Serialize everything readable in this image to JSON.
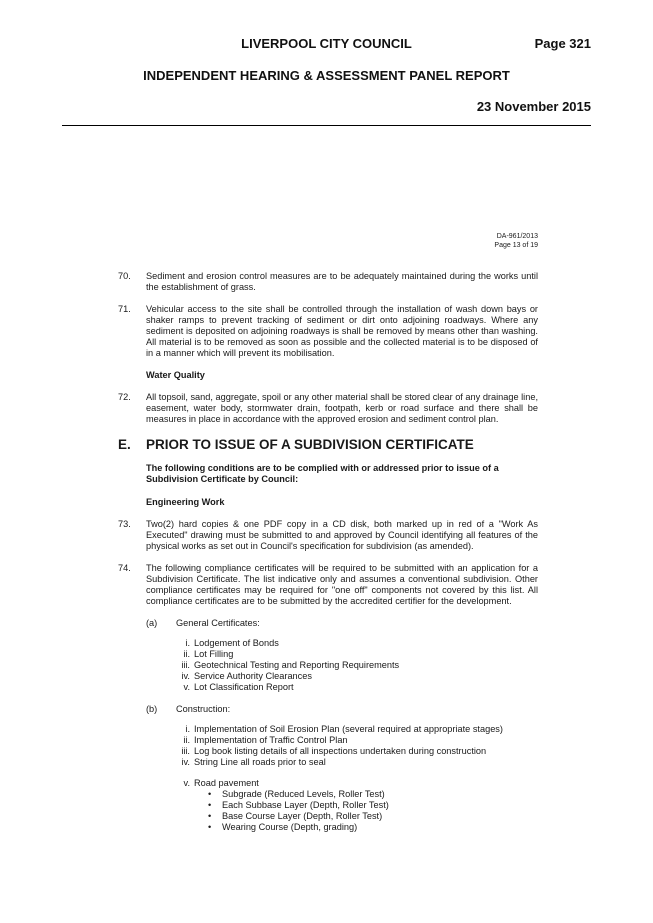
{
  "header": {
    "council": "LIVERPOOL CITY COUNCIL",
    "page": "Page 321",
    "panel": "INDEPENDENT HEARING & ASSESSMENT PANEL REPORT",
    "date": "23 November 2015"
  },
  "doc": {
    "ref_no": "DA-961/2013",
    "ref_page": "Page 13 of 19",
    "c70_num": "70.",
    "c70": "Sediment and erosion control measures are to be adequately maintained during the works until the establishment of grass.",
    "c71_num": "71.",
    "c71": "Vehicular access to the site shall be controlled through the installation of wash down bays or shaker ramps to prevent tracking of sediment or dirt onto adjoining roadways. Where any sediment is deposited on adjoining roadways is shall be removed by means other than washing. All material is to be removed as soon as possible and the collected material is to be disposed of in a manner which will prevent its mobilisation.",
    "water_heading": "Water Quality",
    "c72_num": "72.",
    "c72": "All topsoil, sand, aggregate, spoil or any other material shall be stored clear of any drainage line, easement, water body, stormwater drain, footpath, kerb or road surface and there shall be measures in place in accordance with the approved erosion and sediment control plan.",
    "section_letter": "E.",
    "section_title": "PRIOR TO ISSUE OF A SUBDIVISION CERTIFICATE",
    "section_intro": "The following conditions are to be complied with or addressed prior to issue of a Subdivision Certificate by Council:",
    "eng_heading": "Engineering Work",
    "c73_num": "73.",
    "c73": "Two(2) hard copies & one PDF copy in a CD disk, both marked up in red of a \"Work As Executed\" drawing must be submitted to and approved by Council identifying all features of the physical works as set out in Council's specification for subdivision (as amended).",
    "c74_num": "74.",
    "c74": "The following compliance certificates will be required to be submitted with an application for a Subdivision Certificate. The list indicative only and assumes a conventional subdivision. Other compliance certificates may be required for \"one off\" components not covered by this list. All compliance certificates are to be submitted by the accredited certifier for the development.",
    "a_label": "(a)",
    "a_title": "General Certificates:",
    "a_items": [
      {
        "n": "i.",
        "t": "Lodgement of Bonds"
      },
      {
        "n": "ii.",
        "t": "Lot Filling"
      },
      {
        "n": "iii.",
        "t": "Geotechnical Testing and Reporting Requirements"
      },
      {
        "n": "iv.",
        "t": "Service Authority Clearances"
      },
      {
        "n": "v.",
        "t": "Lot Classification Report"
      }
    ],
    "b_label": "(b)",
    "b_title": "Construction:",
    "b_items": [
      {
        "n": "i.",
        "t": "Implementation of Soil Erosion Plan (several required at appropriate stages)"
      },
      {
        "n": "ii.",
        "t": "Implementation of Traffic Control Plan"
      },
      {
        "n": "iii.",
        "t": "Log book listing details of all inspections undertaken during construction"
      },
      {
        "n": "iv.",
        "t": "String Line all roads prior to seal"
      }
    ],
    "b_v_num": "v.",
    "b_v_title": "Road pavement",
    "b_v_bullets": [
      "Subgrade (Reduced Levels, Roller Test)",
      "Each Subbase Layer (Depth, Roller Test)",
      "Base Course Layer (Depth, Roller Test)",
      "Wearing Course (Depth, grading)"
    ]
  }
}
